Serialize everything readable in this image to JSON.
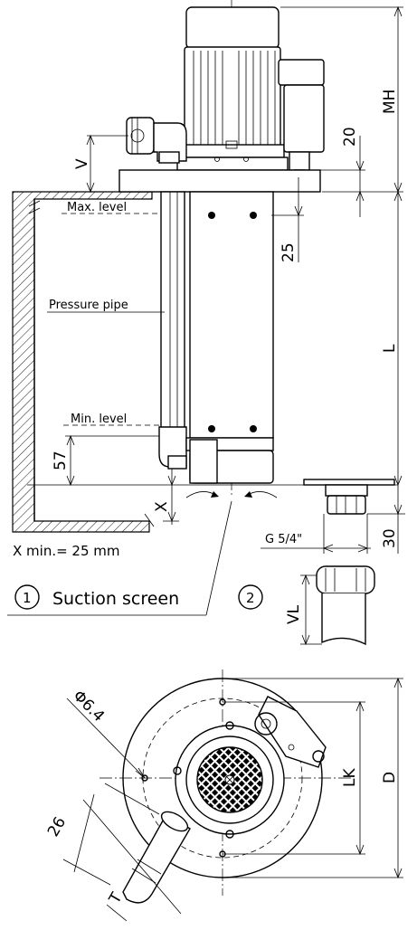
{
  "labels": {
    "max_level": "Max. level",
    "pressure_pipe": "Pressure pipe",
    "min_level": "Min. level",
    "x_min": "X  min.= 25 mm",
    "circle_1": "1",
    "suction_screen": "Suction screen",
    "circle_2": "2",
    "thread": "G 5/4\""
  },
  "dimensions": {
    "mh": "MH",
    "d20": "20",
    "v": "V",
    "d25": "25",
    "l": "L",
    "d57": "57",
    "x": "X",
    "d30": "30",
    "vl": "VL",
    "phi": "Φ6.4",
    "d26": "26",
    "lk": "LK",
    "d": "D",
    "t": "T"
  }
}
